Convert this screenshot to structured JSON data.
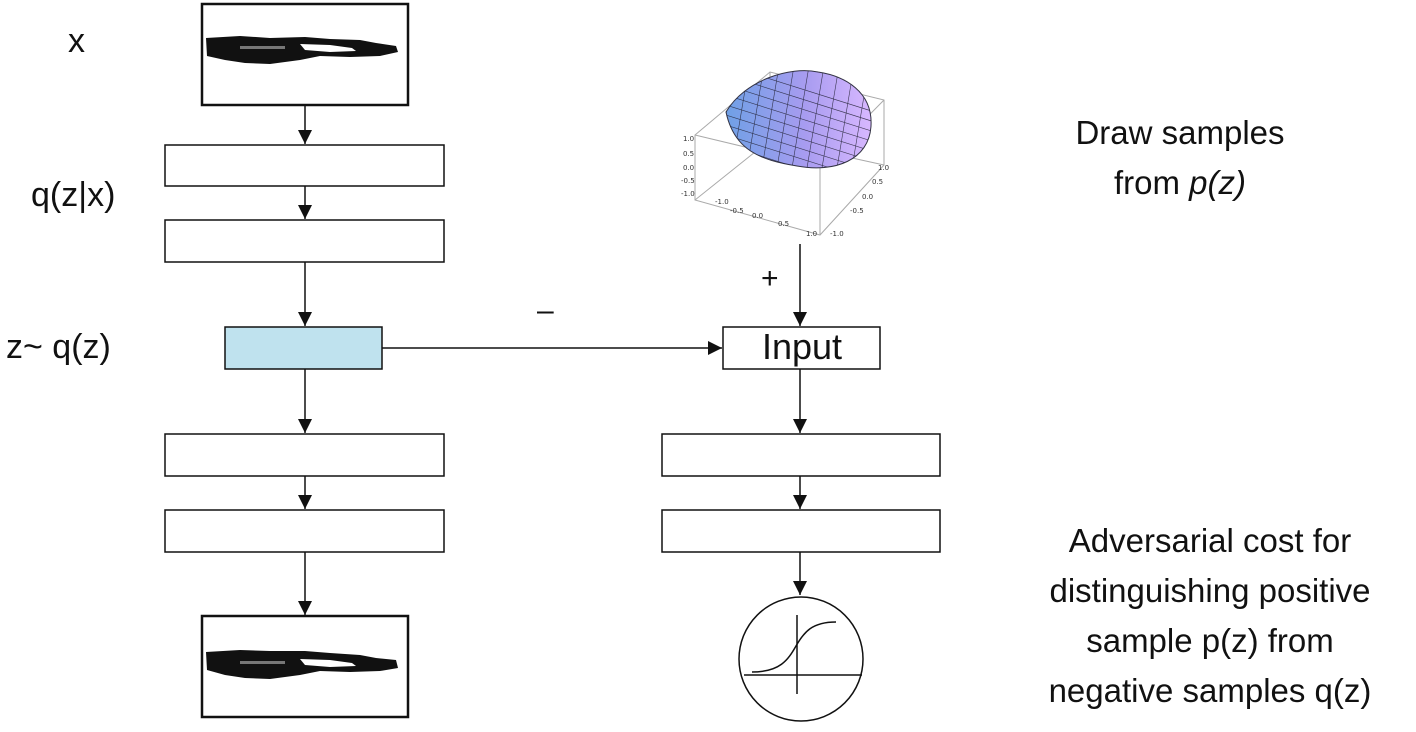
{
  "labels": {
    "x": "x",
    "encoder": "q(z|x)",
    "latent": "z~ q(z)",
    "plus": "+",
    "minus": "–",
    "input": "Input"
  },
  "notes": {
    "samples_line1": "Draw samples",
    "samples_line2_prefix": "from ",
    "samples_line2_math": "p(z)",
    "cost_lines": [
      "Adversarial cost for",
      "distinguishing positive",
      "sample p(z) from",
      "negative samples q(z)"
    ]
  },
  "surface_plot": {
    "axis_ticks": [
      "1.0",
      "0.5",
      "0.0",
      "-0.5",
      "-1.0"
    ],
    "colors": [
      "#6fa0e6",
      "#a89cf0",
      "#d8b8ff"
    ]
  },
  "colors": {
    "latent_fill": "#bfe2ee",
    "stroke": "#111111"
  }
}
